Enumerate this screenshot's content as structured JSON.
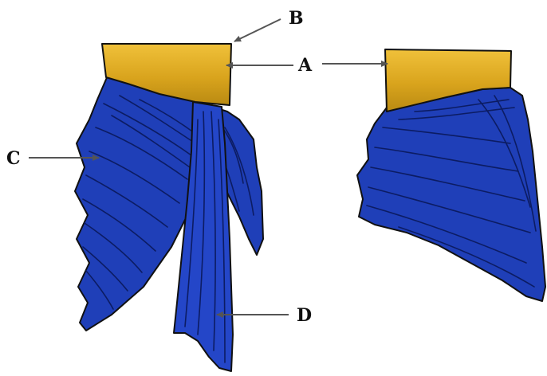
{
  "diagram": {
    "labels": {
      "a": "A",
      "b": "B",
      "c": "C",
      "d": "D"
    },
    "colors": {
      "waistband": "#d9a41d",
      "waistband_dark": "#b8860b",
      "waistband_light": "#f2c84a",
      "fabric": "#1f3fb8",
      "fabric_dark": "#0f237a",
      "outline": "#111111",
      "arrow": "#555555"
    }
  }
}
